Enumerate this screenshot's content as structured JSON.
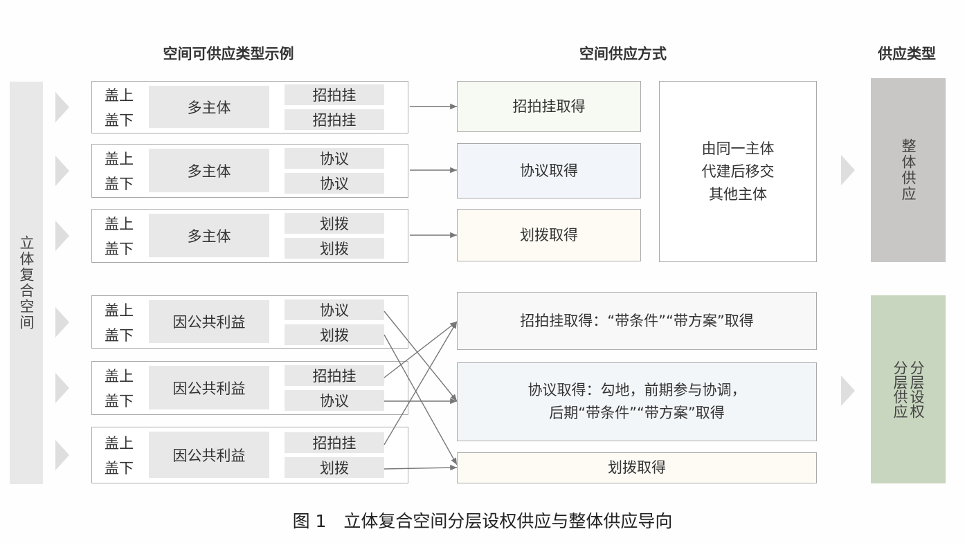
{
  "headers": {
    "examples": "空间可供应类型示例",
    "methods": "空间供应方式",
    "types": "供应类型"
  },
  "left_label": "立体复合空间",
  "rows": [
    {
      "top": "盖上",
      "bottom": "盖下",
      "subject": "多主体",
      "method_top": "招拍挂",
      "method_bottom": "招拍挂"
    },
    {
      "top": "盖上",
      "bottom": "盖下",
      "subject": "多主体",
      "method_top": "协议",
      "method_bottom": "协议"
    },
    {
      "top": "盖上",
      "bottom": "盖下",
      "subject": "多主体",
      "method_top": "划拨",
      "method_bottom": "划拨"
    },
    {
      "top": "盖上",
      "bottom": "盖下",
      "subject": "因公共利益",
      "method_top": "协议",
      "method_bottom": "划拨"
    },
    {
      "top": "盖上",
      "bottom": "盖下",
      "subject": "因公共利益",
      "method_top": "招拍挂",
      "method_bottom": "协议"
    },
    {
      "top": "盖上",
      "bottom": "盖下",
      "subject": "因公共利益",
      "method_top": "招拍挂",
      "method_bottom": "划拨"
    }
  ],
  "methods": {
    "m1": "招拍挂取得",
    "m2": "协议取得",
    "m3": "划拨取得",
    "joint": "由同一主体\n代建后移交\n其他主体",
    "m4": "招拍挂取得：“带条件”“带方案”取得",
    "m5": "协议取得：勾地，前期参与协调，\n后期“带条件”“带方案”取得",
    "m6": "划拨取得"
  },
  "types": {
    "whole": "整体供应",
    "layered_a": "分层设权",
    "layered_b": "分层供应"
  },
  "caption": "图 1　立体复合空间分层设权供应与整体供应导向",
  "colors": {
    "m1": "#f6faf2",
    "m2": "#f2f6fa",
    "m3": "#fdfbf3",
    "m4": "#f8f8f8",
    "m5": "#f3f6f9",
    "m6": "#fdfbf4",
    "whole": "#c9c7c5",
    "layered": "#c9d6bf"
  }
}
